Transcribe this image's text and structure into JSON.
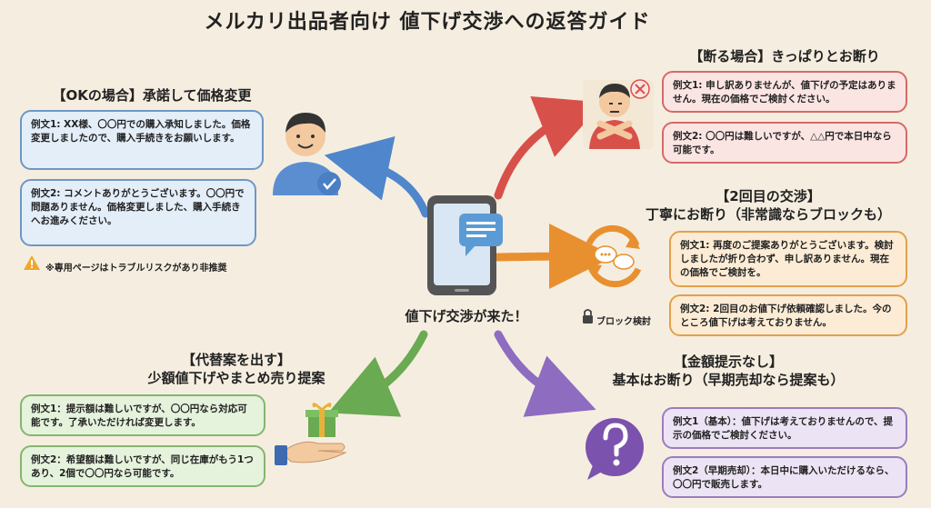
{
  "title": "メルカリ出品者向け 値下げ交渉への返答ガイド",
  "center": {
    "label": "値下げ交渉が来た！"
  },
  "ok": {
    "heading": "【OKの場合】承諾して価格変更",
    "ex1": "例文1: XX様、〇〇円での購入承知しました。価格変更しましたので、購入手続きをお願いします。",
    "ex2": "例文2: コメントありがとうございます。〇〇円で問題ありません。価格変更しました、購入手続きへお進みください。",
    "note": "※専用ページはトラブルリスクがあり非推奨"
  },
  "decline": {
    "heading": "【断る場合】きっぱりとお断り",
    "ex1": "例文1: 申し訳ありませんが、値下げの予定はありません。現在の価格でご検討ください。",
    "ex2": "例文2: 〇〇円は難しいですが、△△円で本日中なら可能です。"
  },
  "second": {
    "heading1": "【2回目の交渉】",
    "heading2": "丁寧にお断り（非常識ならブロックも）",
    "ex1": "例文1: 再度のご提案ありがとうございます。検討しましたが折り合わず、申し訳ありません。現在の価格でご検討を。",
    "ex2": "例文2: 2回目のお値下げ依頼確認しました。今のところ値下げは考えておりません。",
    "block": "ブロック検討"
  },
  "alt": {
    "heading1": "【代替案を出す】",
    "heading2": "少額値下げやまとめ売り提案",
    "ex1": "例文1：提示額は難しいですが、〇〇円なら対応可能です。了承いただければ変更します。",
    "ex2": "例文2：希望額は難しいですが、同じ在庫がもう1つあり、2個で〇〇円なら可能です。"
  },
  "noprice": {
    "heading1": "【金額提示なし】",
    "heading2": "基本はお断り（早期売却なら提案も）",
    "ex1": "例文1（基本）：値下げは考えておりませんので、提示の価格でご検討ください。",
    "ex2": "例文2（早期売却）：本日中に購入いただけるなら、〇〇円で販売します。"
  },
  "colors": {
    "blue": "#5b8ed0",
    "red": "#d8504a",
    "orange": "#e8902f",
    "green": "#6aaa52",
    "purple": "#8e6cc0"
  }
}
